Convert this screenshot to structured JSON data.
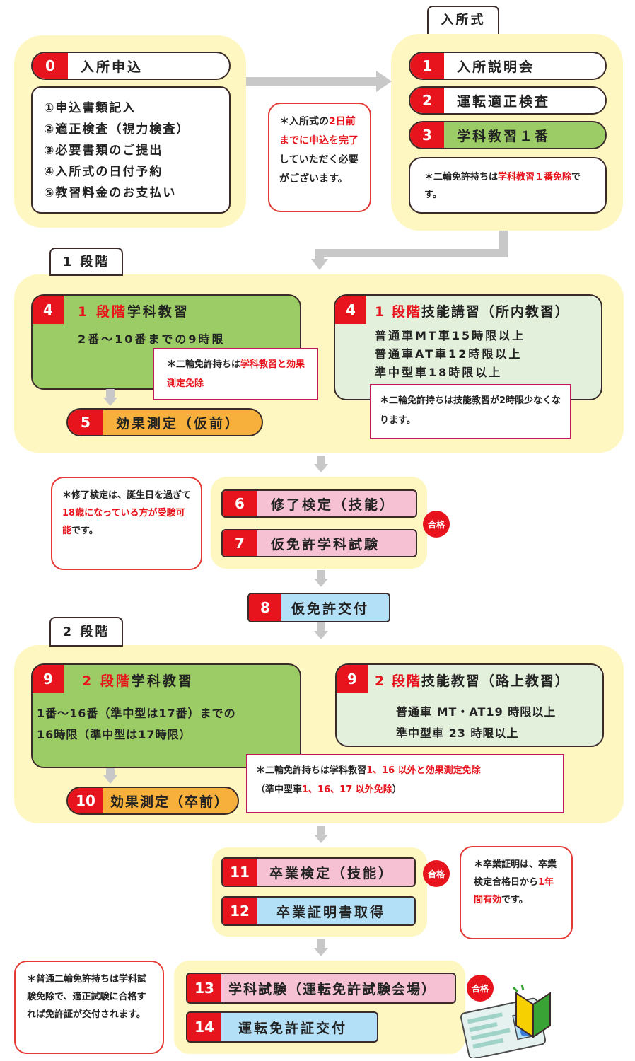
{
  "tabs": {
    "nyushoshiki": "入所式",
    "stage1": "1 段階",
    "stage2": "2 段階"
  },
  "step0": {
    "num": "0",
    "label": "入所申込"
  },
  "apply_list": [
    "①申込書類記入",
    "②適正検査（視力検査）",
    "③必要書類のご提出",
    "④入所式の日付予約",
    "⑤教習料金のお支払い"
  ],
  "note_apply": {
    "a": "＊入所式の",
    "b": "2日前までに申込を完了",
    "c": "していただく必要がございます。"
  },
  "step1": {
    "num": "1",
    "label": "入所説明会"
  },
  "step2": {
    "num": "2",
    "label": "運転適正検査"
  },
  "step3": {
    "num": "3",
    "label": "学科教習１番"
  },
  "note_step3": {
    "a": "＊二輪免許持ちは",
    "b": "学科教習１番免除",
    "c": "です。"
  },
  "step4a": {
    "num": "4",
    "title_red": "1 段階",
    "title": "学科教習",
    "desc": "2番〜10番までの9時限"
  },
  "note_4a": {
    "a": "＊二輪免許持ちは",
    "b": "学科教習と効果測定免除"
  },
  "step4b": {
    "num": "4",
    "title_red": "1 段階",
    "title": "技能講習（所内教習）",
    "lines": [
      "普通車MT車15時限以上",
      "普通車AT車12時限以上",
      "準中型車18時限以上"
    ]
  },
  "note_4b": "＊二輪免許持ちは技能教習が2時限少なくなります。",
  "step5": {
    "num": "5",
    "label": "効果測定（仮前）"
  },
  "note_6": {
    "a": "＊修了検定は、誕生日を過ぎて",
    "b": "18歳になっている方が受験可能",
    "c": "です。"
  },
  "step6": {
    "num": "6",
    "label": "修了検定（技能）"
  },
  "step7": {
    "num": "7",
    "label": "仮免許学科試験"
  },
  "gokaku": "合格",
  "step8": {
    "num": "8",
    "label": "仮免許交付"
  },
  "step9a": {
    "num": "9",
    "title_red": "2 段階",
    "title": "学科教習",
    "lines": [
      "1番〜16番（準中型は17番）までの",
      "16時限（準中型は17時限）"
    ]
  },
  "step9b": {
    "num": "9",
    "title_red": "2 段階",
    "title": "技能教習（路上教習）",
    "lines": [
      "普通車 MT・AT19 時限以上",
      "準中型車 23 時限以上"
    ]
  },
  "note_9": {
    "l1a": "＊二輪免許持ちは学科教習",
    "l1b": "1、16 以外と効果測定免除",
    "l2a": "（準中型車",
    "l2b": "1、16、17 以外免除",
    "l2c": "）"
  },
  "step10": {
    "num": "10",
    "label": "効果測定（卒前）"
  },
  "step11": {
    "num": "11",
    "label": "卒業検定（技能）"
  },
  "step12": {
    "num": "12",
    "label": "卒業証明書取得"
  },
  "note_11": {
    "a": "＊卒業証明は、卒業検定合格日から",
    "b": "1年間有効",
    "c": "です。"
  },
  "note_13": "＊普通二輪免許持ちは学科試験免除で、適正試験に合格すれば免許証が交付されます。",
  "step13": {
    "num": "13",
    "label": "学科試験（運転免許試験会場）"
  },
  "step14": {
    "num": "14",
    "label": "運転免許証交付"
  },
  "colors": {
    "red": "#e8141d",
    "yellow_bg": "#fff7c2",
    "green": "#9ccc65",
    "light_green": "#e3f0dc",
    "orange": "#f7b03b",
    "pink": "#f6c1d2",
    "blue": "#b3e0f7"
  }
}
